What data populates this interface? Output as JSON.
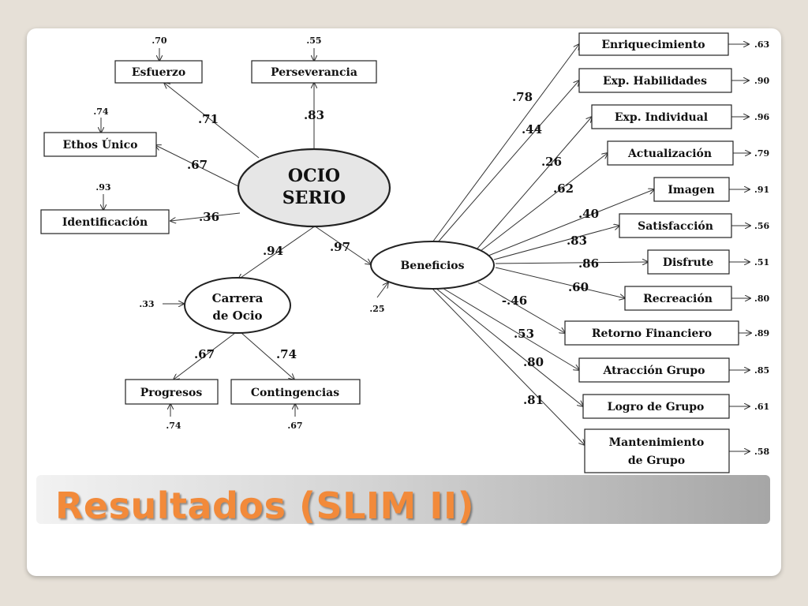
{
  "title": "Resultados (SLIM II)",
  "diagram": {
    "nodes": {
      "ocio_serio_1": "OCIO",
      "ocio_serio_2": "SERIO",
      "carrera_1": "Carrera",
      "carrera_2": "de Ocio",
      "beneficios": "Beneficios",
      "esfuerzo": "Esfuerzo",
      "perseverancia": "Perseverancia",
      "ethos": "Ethos Único",
      "identificacion": "Identificación",
      "progresos": "Progresos",
      "contingencias": "Contingencias",
      "enriquecimiento": "Enriquecimiento",
      "exp_habilidades": "Exp. Habilidades",
      "exp_individual": "Exp. Individual",
      "actualizacion": "Actualización",
      "imagen": "Imagen",
      "satisfaccion": "Satisfacción",
      "disfrute": "Disfrute",
      "recreacion": "Recreación",
      "retorno": "Retorno Financiero",
      "atraccion": "Atracción Grupo",
      "logro": "Logro de Grupo",
      "mantenimiento_1": "Mantenimiento",
      "mantenimiento_2": "de Grupo"
    },
    "loadings": {
      "esfuerzo": ".71",
      "perseverancia": ".83",
      "ethos": ".67",
      "identificacion": ".36",
      "carrera": ".94",
      "beneficios": ".97",
      "progresos": ".67",
      "contingencias": ".74",
      "enriquecimiento": ".78",
      "exp_habilidades": ".44",
      "exp_individual": ".26",
      "actualizacion": ".62",
      "imagen": ".40",
      "satisfaccion": ".83",
      "disfrute": ".86",
      "recreacion": ".60",
      "retorno": "-.46",
      "atraccion": ".53",
      "logro": ".80",
      "mantenimiento": ".81"
    },
    "errors": {
      "esfuerzo": ".70",
      "perseverancia": ".55",
      "ethos": ".74",
      "identificacion": ".93",
      "carrera": ".33",
      "beneficios": ".25",
      "progresos": ".74",
      "contingencias": ".67",
      "enriquecimiento": ".63",
      "exp_habilidades": ".90",
      "exp_individual": ".96",
      "actualizacion": ".79",
      "imagen": ".91",
      "satisfaccion": ".56",
      "disfrute": ".51",
      "recreacion": ".80",
      "retorno": ".89",
      "atraccion": ".85",
      "logro": ".61",
      "mantenimiento": ".58"
    }
  }
}
